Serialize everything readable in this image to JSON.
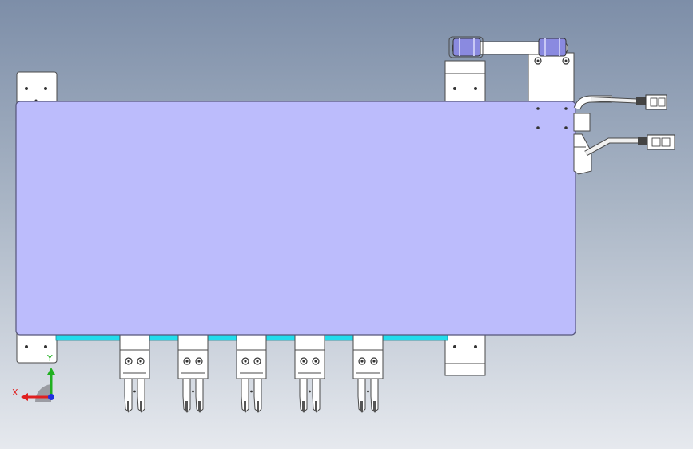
{
  "viewport": {
    "background_top": "#7d8ea8",
    "background_bottom": "#e6e9ee"
  },
  "colors": {
    "main_plate": "#bcbcfc",
    "plate_edge": "#55557a",
    "cyan_strip": "#22dcec",
    "steel": "#ffffff",
    "steel_edge": "#4a4a4a",
    "pulley": "#8a8ae0"
  },
  "grippers": [
    {
      "name": "gripper-1"
    },
    {
      "name": "gripper-2"
    },
    {
      "name": "gripper-3"
    },
    {
      "name": "gripper-4"
    },
    {
      "name": "gripper-5"
    }
  ],
  "triad": {
    "x_label": "X",
    "y_label": "Y",
    "x_color": "#e02020",
    "y_color": "#20b020",
    "z_color": "#2030e0"
  }
}
